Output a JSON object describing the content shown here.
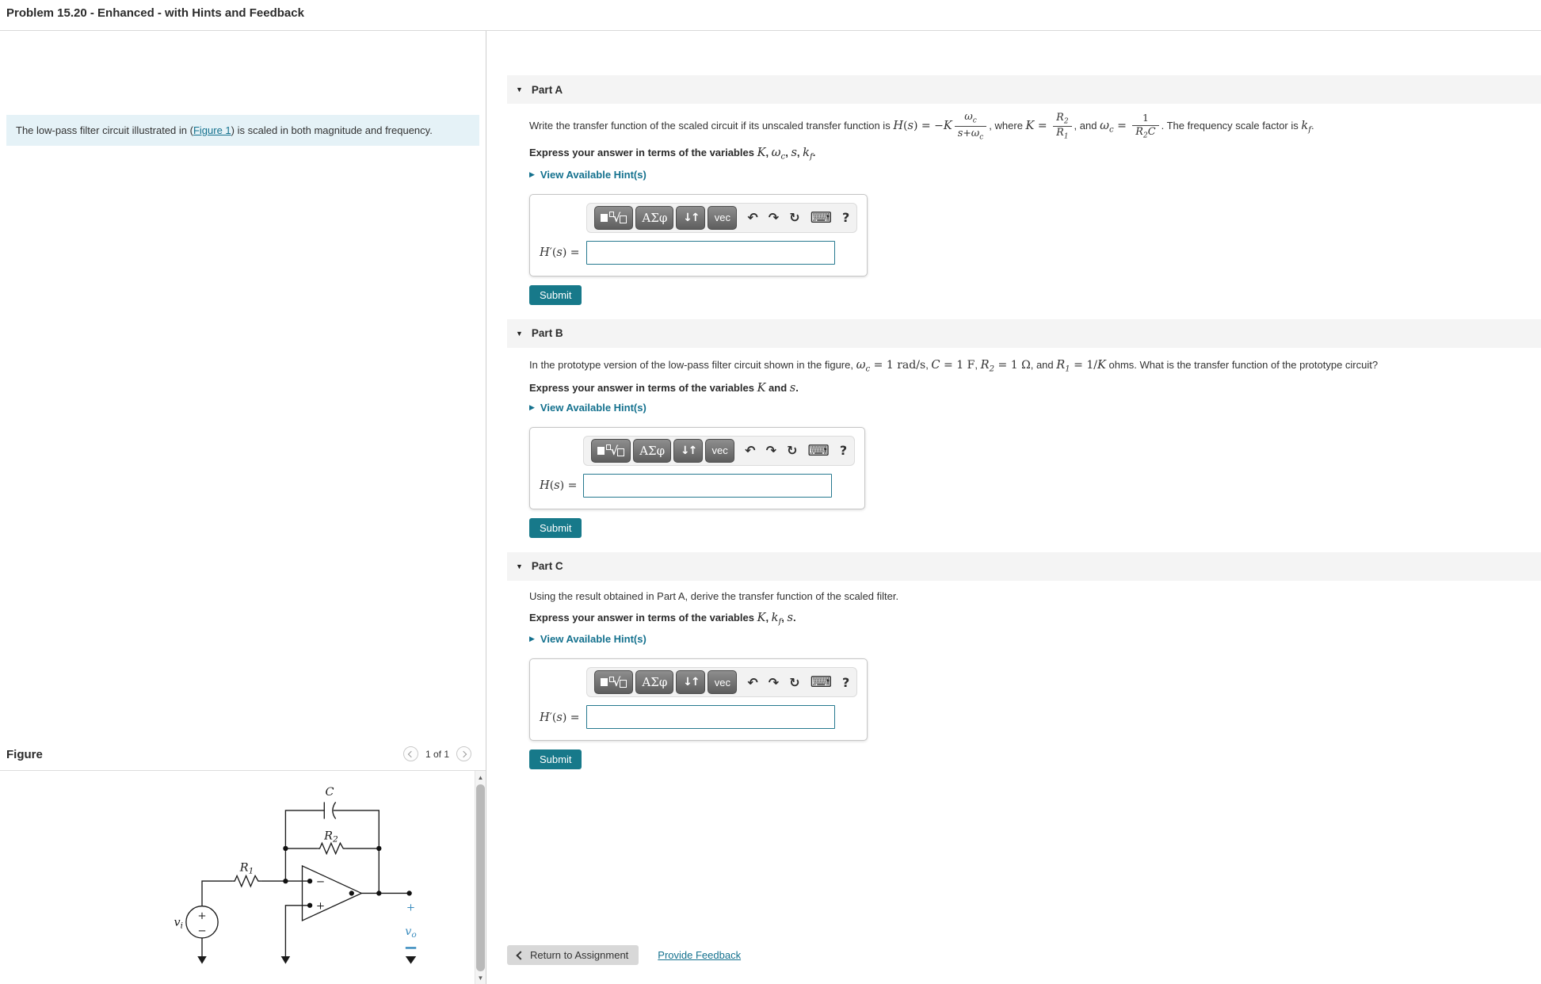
{
  "page": {
    "title": "Problem 15.20 - Enhanced - with Hints and Feedback"
  },
  "colors": {
    "accent_teal": "#17798a",
    "link_teal": "#14718e",
    "figure_blue": "#3a8cbe",
    "intro_bg": "#e5f2f7",
    "part_header_bg": "#f4f4f4"
  },
  "intro": {
    "pre": "The low-pass filter circuit illustrated in (",
    "link": "Figure 1",
    "post": ") is scaled in both magnitude and frequency."
  },
  "figure": {
    "heading": "Figure",
    "pagination": {
      "label": "1 of 1"
    },
    "labels": {
      "c": "C",
      "r2": "R",
      "r2s": "2",
      "r1": "R",
      "r1s": "1",
      "vi": "v",
      "vis": "i",
      "vo": "v",
      "vos": "o",
      "plus": "+",
      "minus": "−"
    }
  },
  "toolbar": {
    "greek": "ΑΣφ",
    "arrows": "↓↑",
    "vec": "vec",
    "undo": "↶",
    "redo": "↷",
    "reset": "↻",
    "keyboard": "⌨",
    "help": "?"
  },
  "parts": [
    {
      "title": "Part A",
      "question": [
        {
          "s": "Write the transfer function of the scaled circuit if its unscaled transfer function is "
        },
        {
          "v": "H"
        },
        {
          "r": "("
        },
        {
          "v": "s"
        },
        {
          "r": ") = −"
        },
        {
          "v": "K"
        },
        {
          "frac": {
            "num": [
              {
                "vs": [
                  "ω",
                  "c"
                ]
              }
            ],
            "den": [
              {
                "v": "s"
              },
              {
                "r": "+"
              },
              {
                "vs": [
                  "ω",
                  "c"
                ]
              }
            ]
          }
        },
        {
          "s": ", where "
        },
        {
          "v": "K"
        },
        {
          "r": " = "
        },
        {
          "frac": {
            "num": [
              {
                "vs": [
                  "R",
                  "2"
                ]
              }
            ],
            "den": [
              {
                "vs": [
                  "R",
                  "1"
                ]
              }
            ]
          }
        },
        {
          "s": ", and "
        },
        {
          "vs": [
            "ω",
            "c"
          ]
        },
        {
          "r": " = "
        },
        {
          "frac": {
            "num": [
              {
                "r": "1"
              }
            ],
            "den": [
              {
                "vs": [
                  "R",
                  "2"
                ]
              },
              {
                "v": "C"
              }
            ]
          }
        },
        {
          "s": ". The frequency scale factor is "
        },
        {
          "vs": [
            "k",
            "f"
          ]
        },
        {
          "s": "."
        }
      ],
      "express": [
        {
          "s": "Express your answer in terms of the variables "
        },
        {
          "v": "K"
        },
        {
          "s": ", "
        },
        {
          "vs": [
            "ω",
            "c"
          ]
        },
        {
          "s": ", "
        },
        {
          "v": "s"
        },
        {
          "s": ", "
        },
        {
          "vs": [
            "k",
            "f"
          ]
        },
        {
          "s": "."
        }
      ],
      "hint": "View Available Hint(s)",
      "answer_label": [
        {
          "v": "H"
        },
        {
          "r": "′("
        },
        {
          "v": "s"
        },
        {
          "r": ") ="
        }
      ],
      "submit": "Submit"
    },
    {
      "title": "Part B",
      "question": [
        {
          "s": "In the prototype version of the low-pass filter circuit shown in the figure, "
        },
        {
          "vs": [
            "ω",
            "c"
          ]
        },
        {
          "r": " = 1 rad/s"
        },
        {
          "s": ", "
        },
        {
          "v": "C"
        },
        {
          "r": " = 1 F"
        },
        {
          "s": ", "
        },
        {
          "vs": [
            "R",
            "2"
          ]
        },
        {
          "r": " = 1 Ω"
        },
        {
          "s": ", and "
        },
        {
          "vs": [
            "R",
            "1"
          ]
        },
        {
          "r": " = 1/"
        },
        {
          "v": "K"
        },
        {
          "s": " ohms. What is the transfer function of the prototype circuit?"
        }
      ],
      "express": [
        {
          "s": "Express your answer in terms of the variables "
        },
        {
          "v": "K"
        },
        {
          "s": " and "
        },
        {
          "v": "s"
        },
        {
          "s": "."
        }
      ],
      "hint": "View Available Hint(s)",
      "answer_label": [
        {
          "v": "H"
        },
        {
          "r": "("
        },
        {
          "v": "s"
        },
        {
          "r": ") ="
        }
      ],
      "submit": "Submit"
    },
    {
      "title": "Part C",
      "question": [
        {
          "s": "Using the result obtained in Part A, derive the transfer function of the scaled filter."
        }
      ],
      "express": [
        {
          "s": "Express your answer in terms of the variables "
        },
        {
          "v": "K"
        },
        {
          "s": ", "
        },
        {
          "vs": [
            "k",
            "f"
          ]
        },
        {
          "s": ", "
        },
        {
          "v": "s"
        },
        {
          "s": "."
        }
      ],
      "hint": "View Available Hint(s)",
      "answer_label": [
        {
          "v": "H"
        },
        {
          "r": "′("
        },
        {
          "v": "s"
        },
        {
          "r": ") ="
        }
      ],
      "submit": "Submit"
    }
  ],
  "footer": {
    "return_label": "Return to Assignment",
    "feedback_label": "Provide Feedback"
  }
}
